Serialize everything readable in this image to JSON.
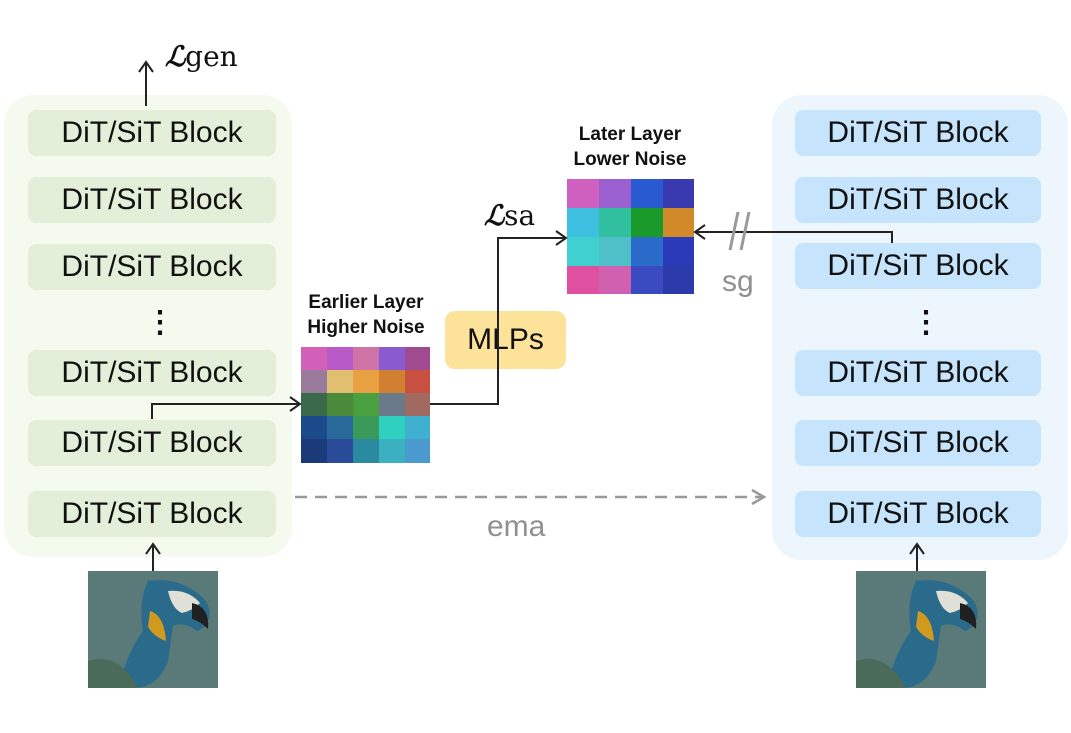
{
  "left_encoder": {
    "blocks": [
      "DiT/SiT Block",
      "DiT/SiT Block",
      "DiT/SiT Block",
      "DiT/SiT Block",
      "DiT/SiT Block",
      "DiT/SiT Block"
    ],
    "ellipsis": "⋮",
    "loss_symbol": "ℒ",
    "loss_sub": "gen"
  },
  "right_encoder": {
    "blocks": [
      "DiT/SiT Block",
      "DiT/SiT Block",
      "DiT/SiT Block",
      "DiT/SiT Block",
      "DiT/SiT Block",
      "DiT/SiT Block"
    ],
    "ellipsis": "⋮"
  },
  "earlier_note": {
    "line1": "Earlier Layer",
    "line2": "Higher Noise"
  },
  "later_note": {
    "line1": "Later Layer",
    "line2": "Lower Noise"
  },
  "mlps_label": "MLPs",
  "sa_loss": {
    "symbol": "ℒ",
    "sub": "sa"
  },
  "sg_label": "sg",
  "ema_label": "ema",
  "colors": {
    "left_panel": "#f4faee",
    "left_block": "#e3efd8",
    "right_panel": "#eef6fd",
    "right_block": "#c6e4fb",
    "mlps": "#fde29a",
    "gray": "#909090"
  },
  "icons": {
    "input_image": "parrot-image",
    "earlier_feature": "noisy-feature-map",
    "later_feature": "clean-feature-map"
  }
}
